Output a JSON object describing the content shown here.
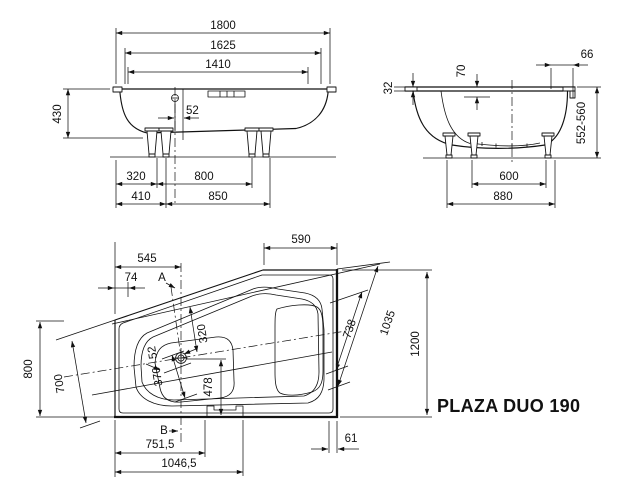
{
  "title": "PLAZA DUO 190",
  "ink_color": "#111111",
  "views": {
    "side": {
      "dims": {
        "overall_length": "1800",
        "rim_length": "1625",
        "basin_length": "1410",
        "depth": "430",
        "drain_offset": "52",
        "foot_inset": "320",
        "foot_spacing": "800",
        "foot_inset_outer": "410",
        "foot_spacing_outer": "850"
      }
    },
    "end": {
      "dims": {
        "rim_edge": "66",
        "rim_drop": "70",
        "rim_thickness": "32",
        "overall_height": "552-560",
        "foot_spacing": "600",
        "foot_spacing_outer": "880"
      }
    },
    "plan": {
      "dims": {
        "head_width": "545",
        "corner_inset": "74",
        "top_edge": "590",
        "basin_width": "738",
        "basin_width_outer": "1035",
        "overall_width": "1200",
        "left_edge": "800",
        "left_basin_outer": "700",
        "left_basin": "370",
        "drain_offset": "52",
        "drain_to_rim": "320",
        "drain_to_overflow": "478",
        "overflow_near": "751,5",
        "overflow_far": "1046,5",
        "corner_to_edge": "61"
      },
      "sections": {
        "a": "A",
        "b": "B"
      }
    }
  }
}
